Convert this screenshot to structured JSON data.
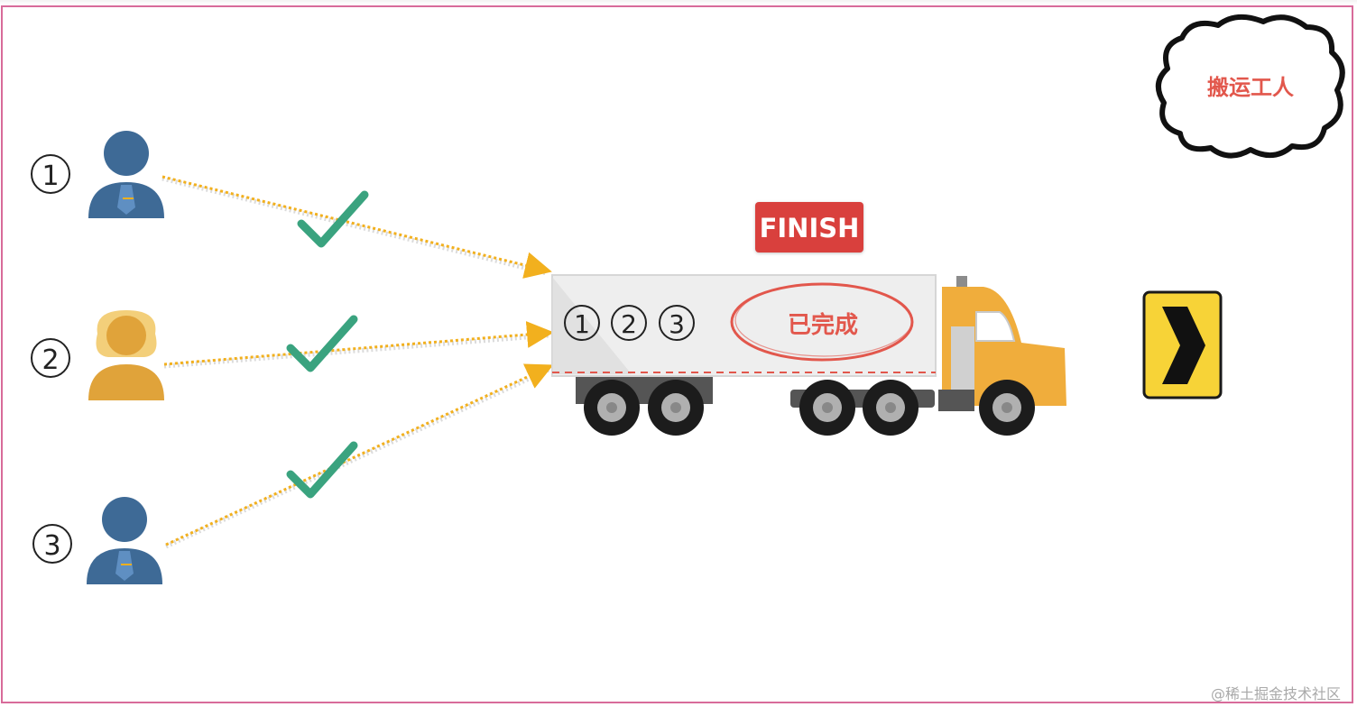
{
  "cloud": {
    "label": "搬运工人"
  },
  "workers": [
    {
      "number": "1"
    },
    {
      "number": "2"
    },
    {
      "number": "3"
    }
  ],
  "finish_badge": {
    "label": "FINISH"
  },
  "truck": {
    "loaded_numbers": [
      "1",
      "2",
      "3"
    ],
    "status_label": "已完成"
  },
  "watermark": "@稀土掘金技术社区",
  "colors": {
    "worker_male": "#3e6a96",
    "worker_female": "#e0a33a",
    "checkmark": "#3aa37f",
    "arrow": "#f2b01e",
    "finish_bg": "#d9413c",
    "accent_red": "#e2574c",
    "truck_cab": "#f0ad3c",
    "sign_yellow": "#f7d337"
  },
  "icons": [
    "person-icon",
    "checkmark-icon",
    "truck-icon",
    "cloud-icon",
    "chevron-right-sign-icon"
  ]
}
